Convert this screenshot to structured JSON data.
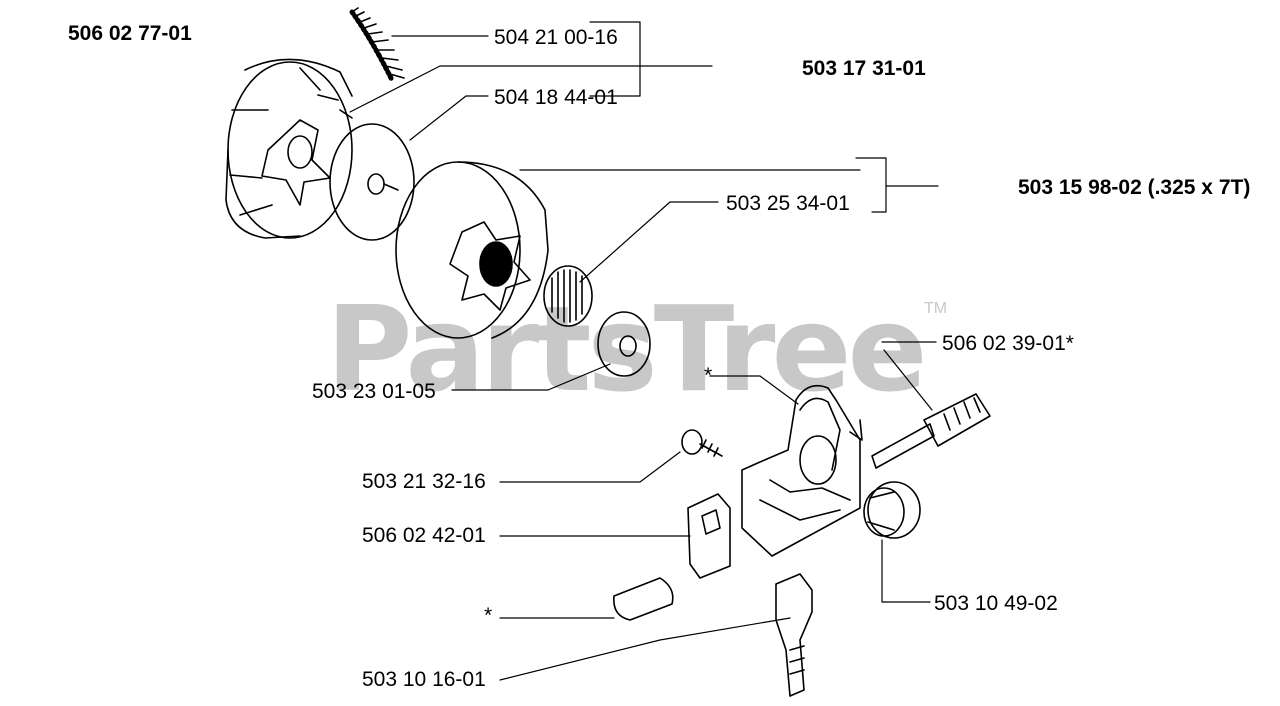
{
  "diagram": {
    "watermark": "PartsTree",
    "trademark": "TM",
    "labels": {
      "p506027701": "506 02 77-01",
      "p504210016": "504 21 00-16",
      "p503173101": "503 17 31-01",
      "p504184401": "504 18 44-01",
      "p503159802": "503 15 98-02 (.325 x 7T)",
      "p503253401": "503 25 34-01",
      "p506023901": "506 02 39-01*",
      "p503230105": "503 23 01-05",
      "p503213216": "503 21 32-16",
      "p506024201": "506 02 42-01",
      "p503104902": "503 10 49-02",
      "p503101601": "503 10 16-01",
      "star_top": "*",
      "star_bottom": "*"
    }
  }
}
